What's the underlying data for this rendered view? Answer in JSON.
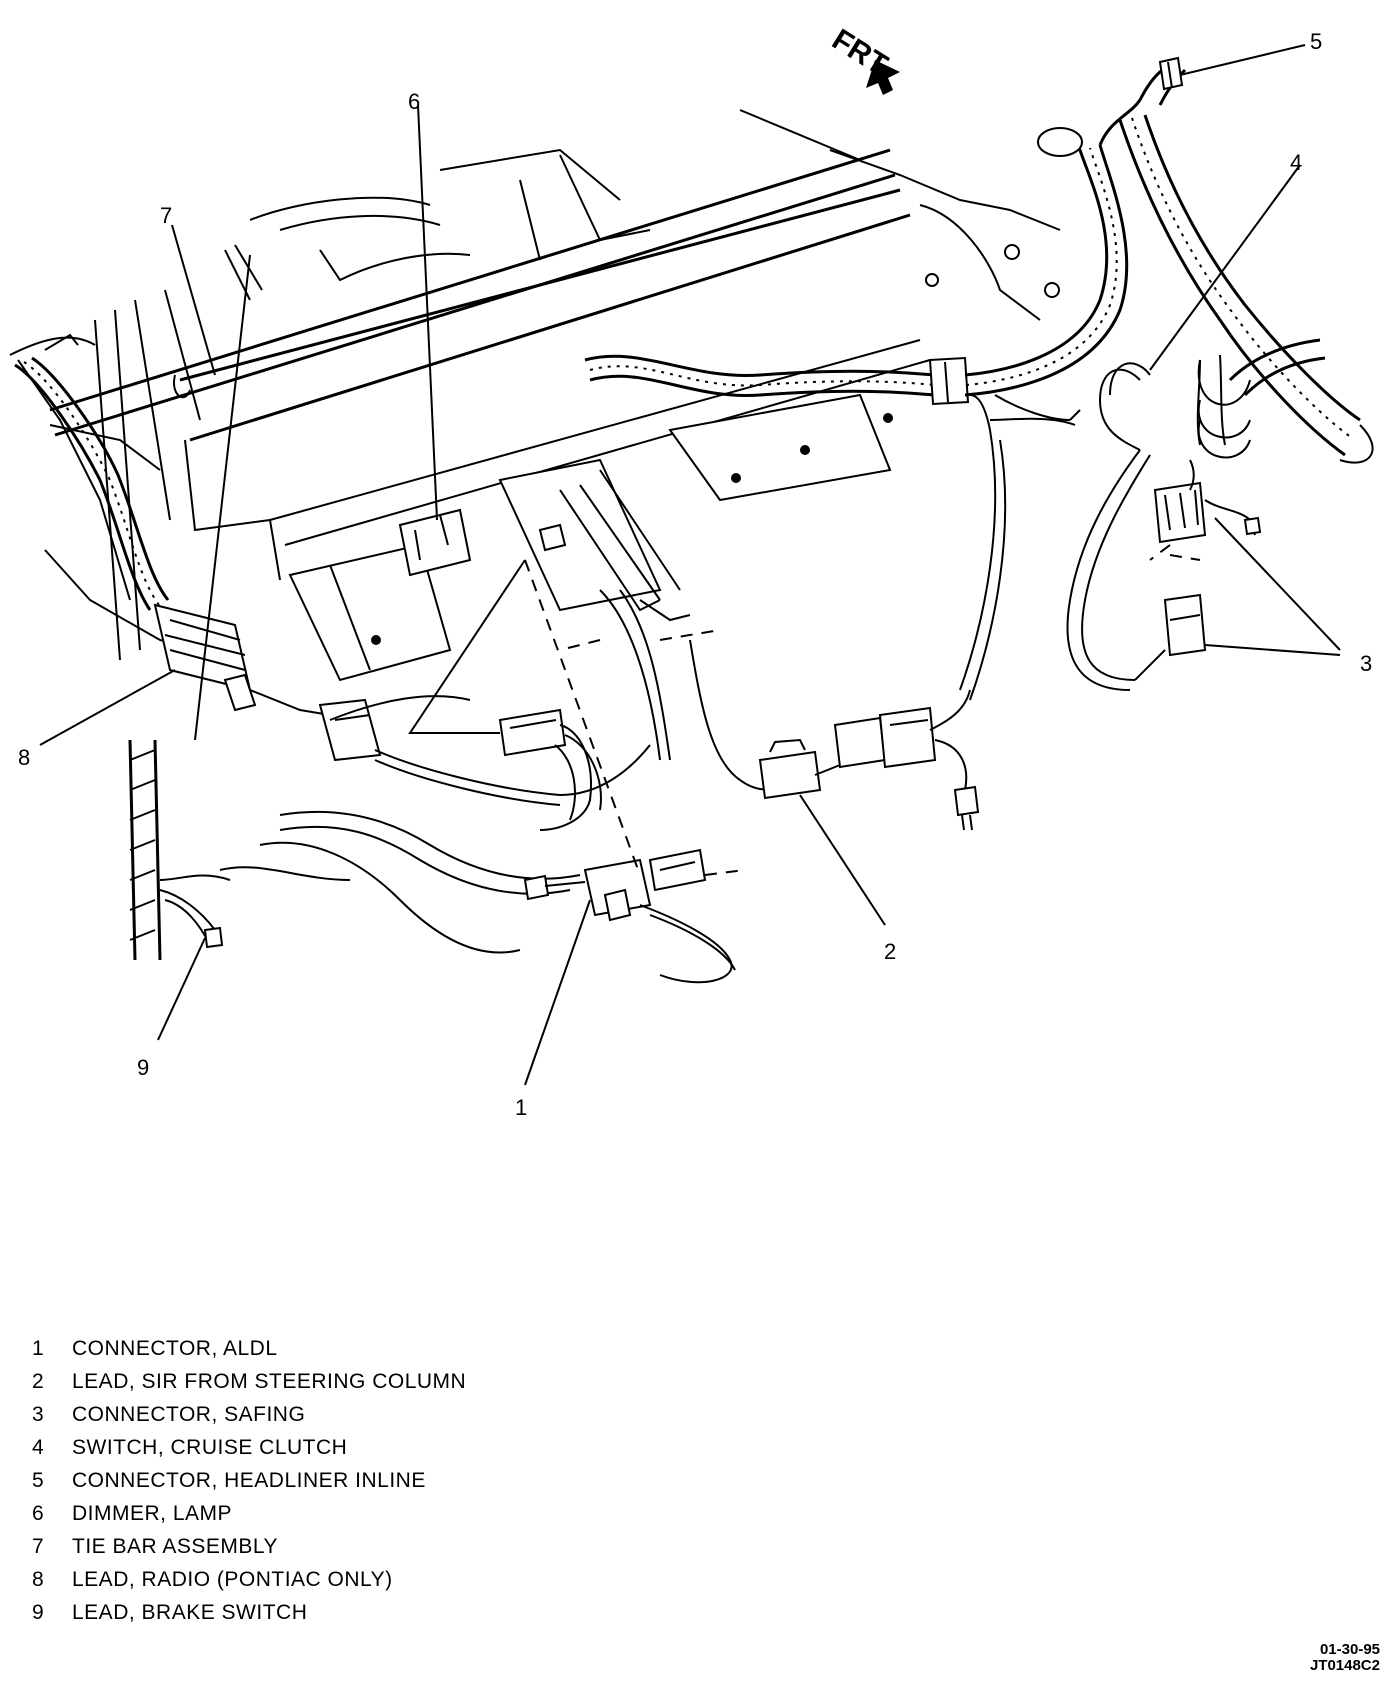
{
  "direction_label": "FRT",
  "callouts": [
    {
      "id": "1",
      "label": "1"
    },
    {
      "id": "2",
      "label": "2"
    },
    {
      "id": "3",
      "label": "3"
    },
    {
      "id": "4",
      "label": "4"
    },
    {
      "id": "5",
      "label": "5"
    },
    {
      "id": "6",
      "label": "6"
    },
    {
      "id": "7",
      "label": "7"
    },
    {
      "id": "8",
      "label": "8"
    },
    {
      "id": "9",
      "label": "9"
    }
  ],
  "legend": [
    {
      "num": "1",
      "text": "CONNECTOR, ALDL"
    },
    {
      "num": "2",
      "text": "LEAD, SIR FROM STEERING COLUMN"
    },
    {
      "num": "3",
      "text": "CONNECTOR, SAFING"
    },
    {
      "num": "4",
      "text": "SWITCH, CRUISE CLUTCH"
    },
    {
      "num": "5",
      "text": "CONNECTOR, HEADLINER INLINE"
    },
    {
      "num": "6",
      "text": "DIMMER, LAMP"
    },
    {
      "num": "7",
      "text": "TIE BAR ASSEMBLY"
    },
    {
      "num": "8",
      "text": "LEAD, RADIO (PONTIAC ONLY)"
    },
    {
      "num": "9",
      "text": "LEAD, BRAKE SWITCH"
    }
  ],
  "drawing_codes": {
    "date": "01-30-95",
    "id": "JT0148C2"
  }
}
